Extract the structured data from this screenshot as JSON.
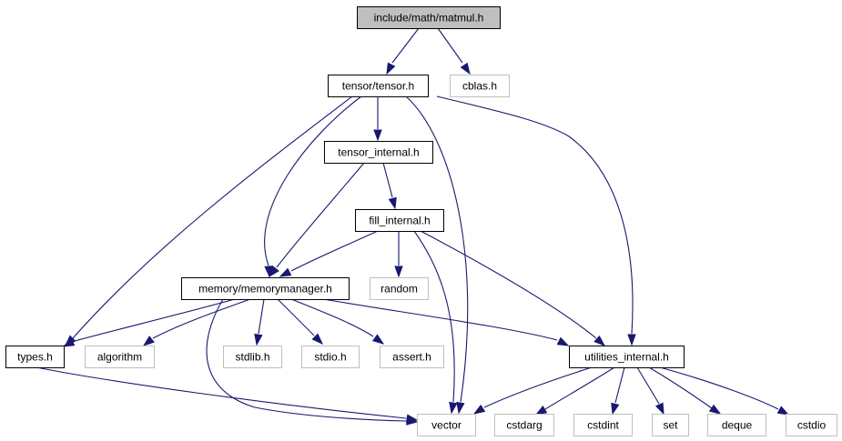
{
  "graph": {
    "title": "include/math/matmul.h",
    "colors": {
      "edge": "#191970",
      "root_fill": "#bfbfbf",
      "local_border": "#000000",
      "system_border": "#bfbfbf"
    },
    "nodes": {
      "matmul": {
        "label": "include/math/matmul.h",
        "kind": "root"
      },
      "tensor": {
        "label": "tensor/tensor.h",
        "kind": "local"
      },
      "cblas": {
        "label": "cblas.h",
        "kind": "system"
      },
      "tensor_internal": {
        "label": "tensor_internal.h",
        "kind": "local"
      },
      "fill_internal": {
        "label": "fill_internal.h",
        "kind": "local"
      },
      "memorymanager": {
        "label": "memory/memorymanager.h",
        "kind": "local"
      },
      "random": {
        "label": "random",
        "kind": "system"
      },
      "types": {
        "label": "types.h",
        "kind": "local"
      },
      "algorithm": {
        "label": "algorithm",
        "kind": "system"
      },
      "stdlib": {
        "label": "stdlib.h",
        "kind": "system"
      },
      "stdio": {
        "label": "stdio.h",
        "kind": "system"
      },
      "assert": {
        "label": "assert.h",
        "kind": "system"
      },
      "utilities_internal": {
        "label": "utilities_internal.h",
        "kind": "local"
      },
      "vector": {
        "label": "vector",
        "kind": "system"
      },
      "cstdarg": {
        "label": "cstdarg",
        "kind": "system"
      },
      "cstdint": {
        "label": "cstdint",
        "kind": "system"
      },
      "set": {
        "label": "set",
        "kind": "system"
      },
      "deque": {
        "label": "deque",
        "kind": "system"
      },
      "cstdio": {
        "label": "cstdio",
        "kind": "system"
      }
    },
    "edges": [
      [
        "matmul",
        "tensor"
      ],
      [
        "matmul",
        "cblas"
      ],
      [
        "tensor",
        "tensor_internal"
      ],
      [
        "tensor",
        "memorymanager"
      ],
      [
        "tensor",
        "types"
      ],
      [
        "tensor",
        "vector"
      ],
      [
        "tensor",
        "utilities_internal"
      ],
      [
        "tensor_internal",
        "fill_internal"
      ],
      [
        "tensor_internal",
        "memorymanager"
      ],
      [
        "fill_internal",
        "memorymanager"
      ],
      [
        "fill_internal",
        "random"
      ],
      [
        "fill_internal",
        "vector"
      ],
      [
        "fill_internal",
        "utilities_internal"
      ],
      [
        "memorymanager",
        "types"
      ],
      [
        "memorymanager",
        "algorithm"
      ],
      [
        "memorymanager",
        "stdlib"
      ],
      [
        "memorymanager",
        "stdio"
      ],
      [
        "memorymanager",
        "assert"
      ],
      [
        "memorymanager",
        "vector"
      ],
      [
        "memorymanager",
        "utilities_internal"
      ],
      [
        "types",
        "vector"
      ],
      [
        "utilities_internal",
        "vector"
      ],
      [
        "utilities_internal",
        "cstdarg"
      ],
      [
        "utilities_internal",
        "cstdint"
      ],
      [
        "utilities_internal",
        "set"
      ],
      [
        "utilities_internal",
        "deque"
      ],
      [
        "utilities_internal",
        "cstdio"
      ]
    ]
  }
}
